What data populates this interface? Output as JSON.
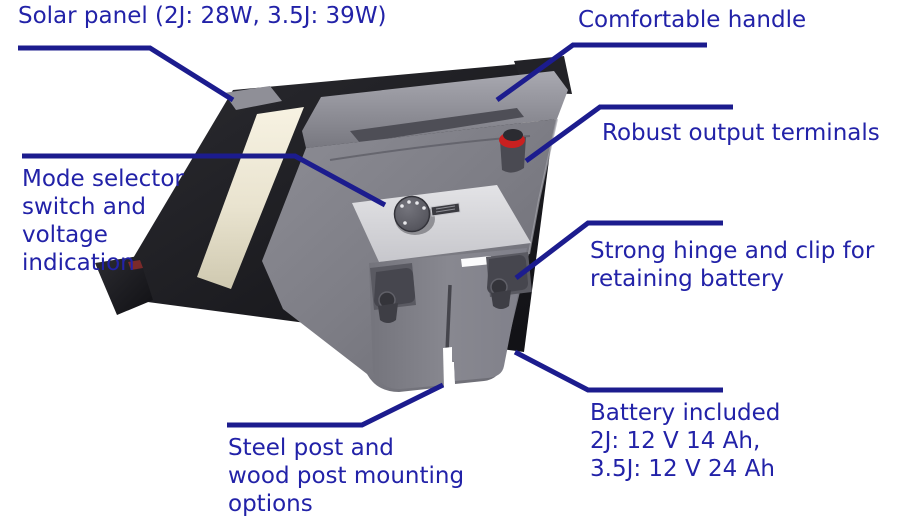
{
  "figure": {
    "description": "Annotated product diagram of a solar-powered fence energizer with battery",
    "annotations": {
      "solar_panel": {
        "text": "Solar panel (2J: 28W, 3.5J: 39W)"
      },
      "handle": {
        "text": "Comfortable handle"
      },
      "output_terminals": {
        "text": "Robust output terminals"
      },
      "hinge_clip": {
        "text": "Strong hinge and clip for\nretaining battery"
      },
      "mode_selector": {
        "text": "Mode selector\nswitch and\nvoltage\nindication"
      },
      "mounting": {
        "text": "Steel post and\nwood post mounting\noptions"
      },
      "battery": {
        "text": "Battery included\n2J: 12 V 14 Ah,\n3.5J: 12 V 24 Ah"
      }
    },
    "colors": {
      "background": "#ffffff",
      "label_text": "#2222a8",
      "leader_line": "#1c1c8e",
      "terminal_red": "#c92020",
      "panel_glass_edge": "#f4eedd",
      "case_gray": "#85858d",
      "frame_black": "#1b1b20"
    }
  }
}
